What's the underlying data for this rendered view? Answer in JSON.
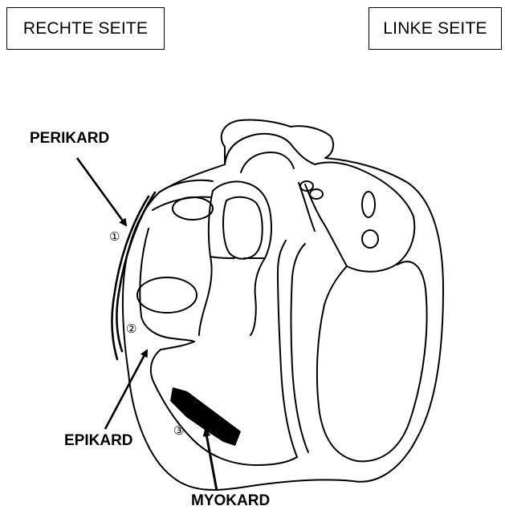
{
  "boxes": {
    "right_side": "RECHTE SEITE",
    "left_side": "LINKE SEITE"
  },
  "labels": {
    "pericardium": "PERIKARD",
    "epicardium": "EPIKARD",
    "myocardium": "MYOKARD"
  },
  "markers": {
    "one": "①",
    "two": "②",
    "three": "③"
  }
}
